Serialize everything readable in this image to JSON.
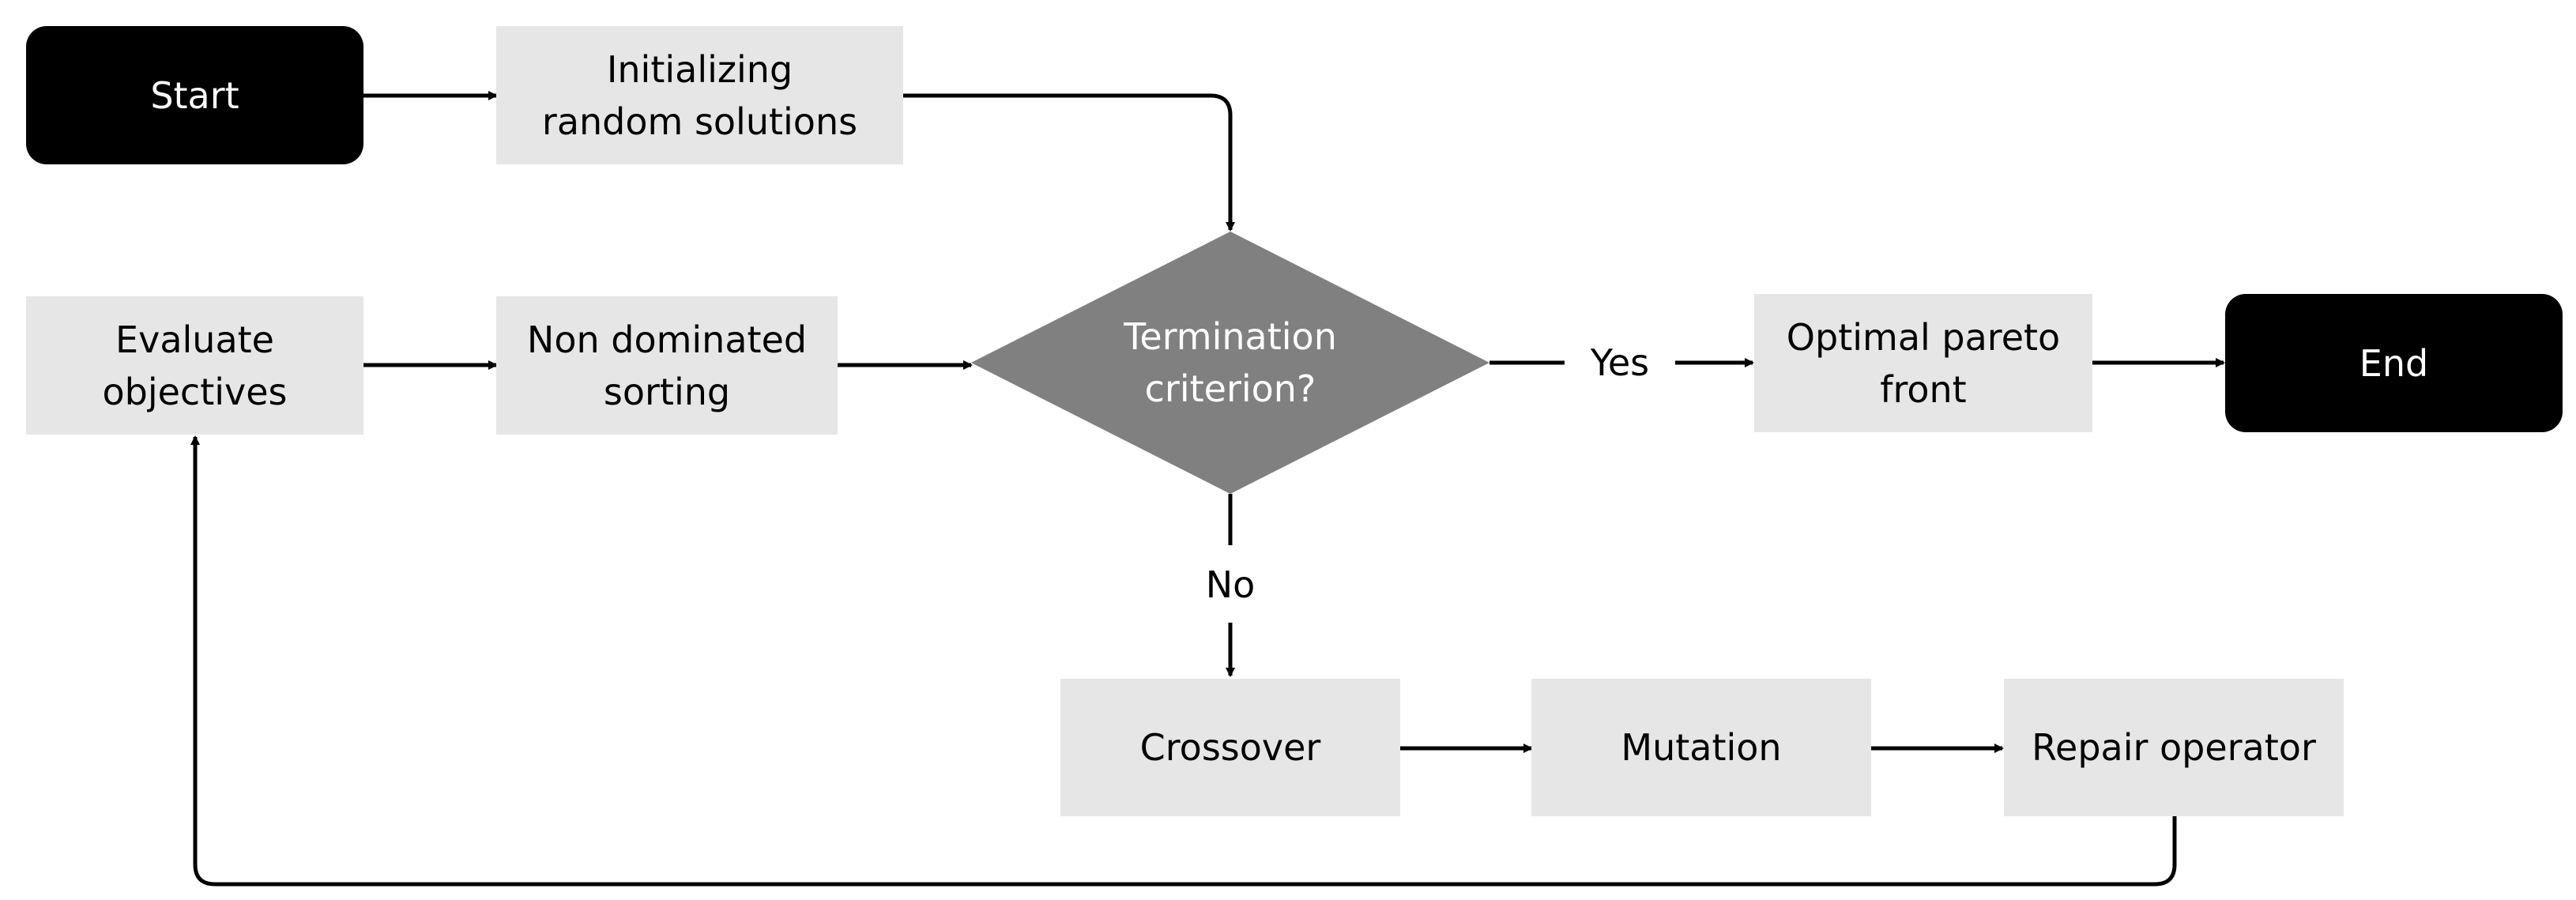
{
  "nodes": {
    "start": "Start",
    "init": "Initializing\nrandom solutions",
    "evaluate": "Evaluate\nobjectives",
    "nds": "Non dominated\nsorting",
    "termination": "Termination\ncriterion?",
    "pareto": "Optimal pareto\nfront",
    "end": "End",
    "crossover": "Crossover",
    "mutation": "Mutation",
    "repair": "Repair operator"
  },
  "edge_labels": {
    "yes": "Yes",
    "no": "No"
  },
  "colors": {
    "terminal_fill": "#000000",
    "process_fill": "#e6e6e6",
    "decision_fill": "#808080",
    "line": "#000000"
  }
}
